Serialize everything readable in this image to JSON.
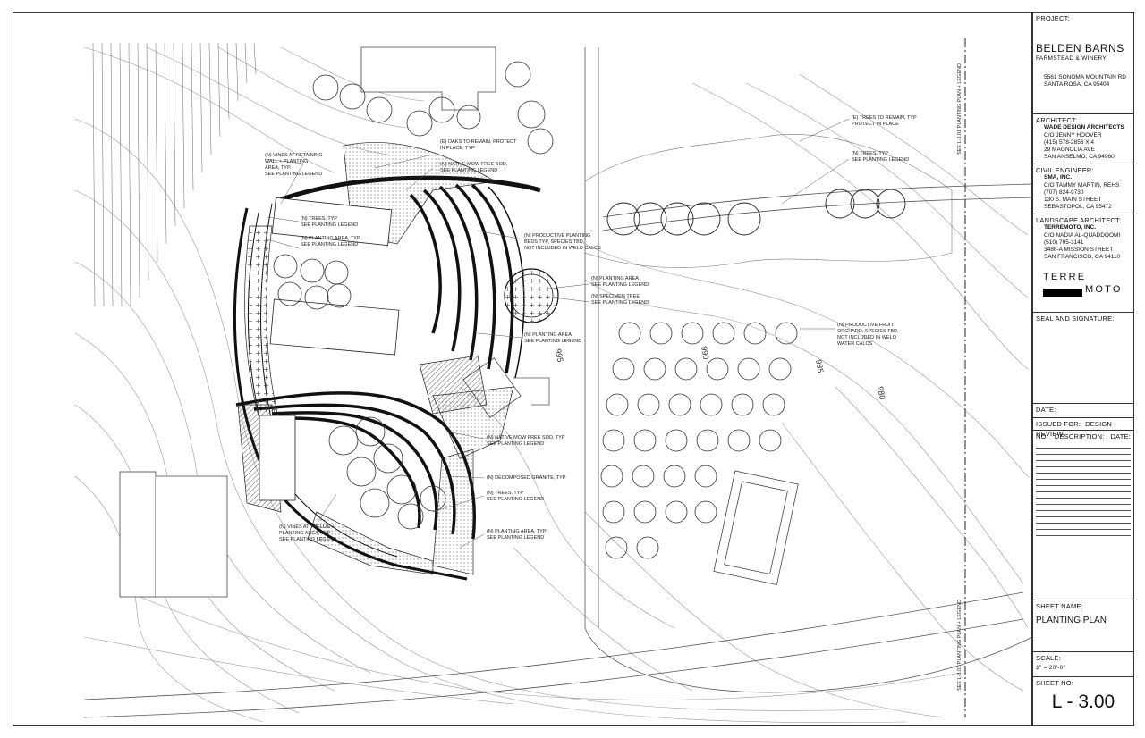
{
  "title_block": {
    "project_label": "PROJECT:",
    "project_name": "BELDEN BARNS",
    "project_sub": "FARMSTEAD & WINERY",
    "project_address1": "5561 SONOMA MOUNTAIN RD",
    "project_address2": "SANTA ROSA, CA 95404",
    "architect_label": "ARCHITECT:",
    "architect_firm": "WADE DESIGN ARCHITECTS",
    "architect_lines": [
      "C/O JENNY HOOVER",
      "(415) 578-2856 X 4",
      "29 MAGNOLIA AVE",
      "SAN ANSELMO, CA 94960"
    ],
    "civil_label": "CIVIL ENGINEER:",
    "civil_firm": "SMA, INC.",
    "civil_lines": [
      "C/O TAMMY MARTIN, REHS",
      "(707) 824-9730",
      "130 S. MAIN STREET",
      "SEBASTOPOL, CA 95472"
    ],
    "landscape_label": "LANDSCAPE ARCHITECT:",
    "landscape_firm": "TERREMOTO, INC.",
    "landscape_lines": [
      "C/O NADIA AL-QUADDOOMI",
      "(510) 705-3141",
      "3486-A MISSION STREET",
      "SAN FRANCISCO, CA 94110"
    ],
    "logo_top": "TERRE",
    "logo_bottom": "MOTO",
    "seal_label": "SEAL AND SIGNATURE:",
    "date_label": "DATE:",
    "issued_label": "ISSUED FOR:",
    "issued_value": "DESIGN REVIEW",
    "rev_no": "NO:",
    "rev_desc": "DESCRIPTION:",
    "rev_date": "DATE:",
    "sheet_name_label": "SHEET NAME:",
    "sheet_name": "PLANTING PLAN",
    "scale_label": "SCALE:",
    "scale_value": "1\" = 20'-0\"",
    "sheet_no_label": "SHEET NO:",
    "sheet_no": "L - 3.00"
  },
  "plan": {
    "match_line_text": "SEE L-3.01 PLANTING PLAN + LEGEND",
    "contours": [
      "995",
      "990",
      "985",
      "980"
    ],
    "callouts": {
      "vines_wall": [
        "(N) VINES AT RETAINING",
        "WALL + PLANTING",
        "AREA, TYP.",
        "SEE PLANTING LEGEND"
      ],
      "oaks_remain": [
        "(E) OAKS TO REMAIN, PROTECT",
        "IN PLACE, TYP"
      ],
      "native_sod_top": [
        "(N) NATIVE MOW FREE SOD,",
        "SEE PLANTING LEGEND"
      ],
      "trees_left": [
        "(N) TREES, TYP",
        "SEE PLANTING LEGEND"
      ],
      "planting_left": [
        "(N) PLANTING AREA, TYP",
        "SEE PLANTING LEGEND"
      ],
      "productive_beds": [
        "(N) PRODUCTIVE PLANTING",
        "BEDS TYP, SPECIES TBD,",
        "NOT INCLUDED IN WELO CALCS"
      ],
      "planting_center": [
        "(N) PLANTING AREA",
        "SEE PLANTING LEGEND"
      ],
      "specimen_tree": [
        "(N) SPECIMEN TREE",
        "SEE PLANTING LEGEND"
      ],
      "planting_mid": [
        "(N) PLANTING AREA,",
        "SEE PLANTING LEGEND"
      ],
      "trees_remain": [
        "(E) TREES TO REMAIN, TYP",
        "PROTECT IN PLACE"
      ],
      "trees_right": [
        "(N) TREES, TYP",
        "SEE PLANTING LEGEND"
      ],
      "orchard": [
        "(N) PRODUCTIVE FRUIT",
        "ORCHARD, SPECIES TBD,",
        "NOT INCLUDED IN WELO",
        "WATER CALCS"
      ],
      "native_sod_low": [
        "(N) NATIVE MOW FREE SOD, TYP",
        "SEE PLANTING LEGEND"
      ],
      "decomposed_granite": [
        "(N) DECOMPOSED GRANITE, TYP"
      ],
      "trees_low": [
        "(N) TREES, TYP",
        "SEE PLANTING LEGEND"
      ],
      "planting_low": [
        "(N) PLANTING AREA, TYP",
        "SEE PLANTING LEGEND"
      ],
      "vines_trellis": [
        "(N) VINES AT TRELLIS +",
        "PLANTING AREA, TYP",
        "SEE PLANTING LEGEND"
      ]
    }
  }
}
